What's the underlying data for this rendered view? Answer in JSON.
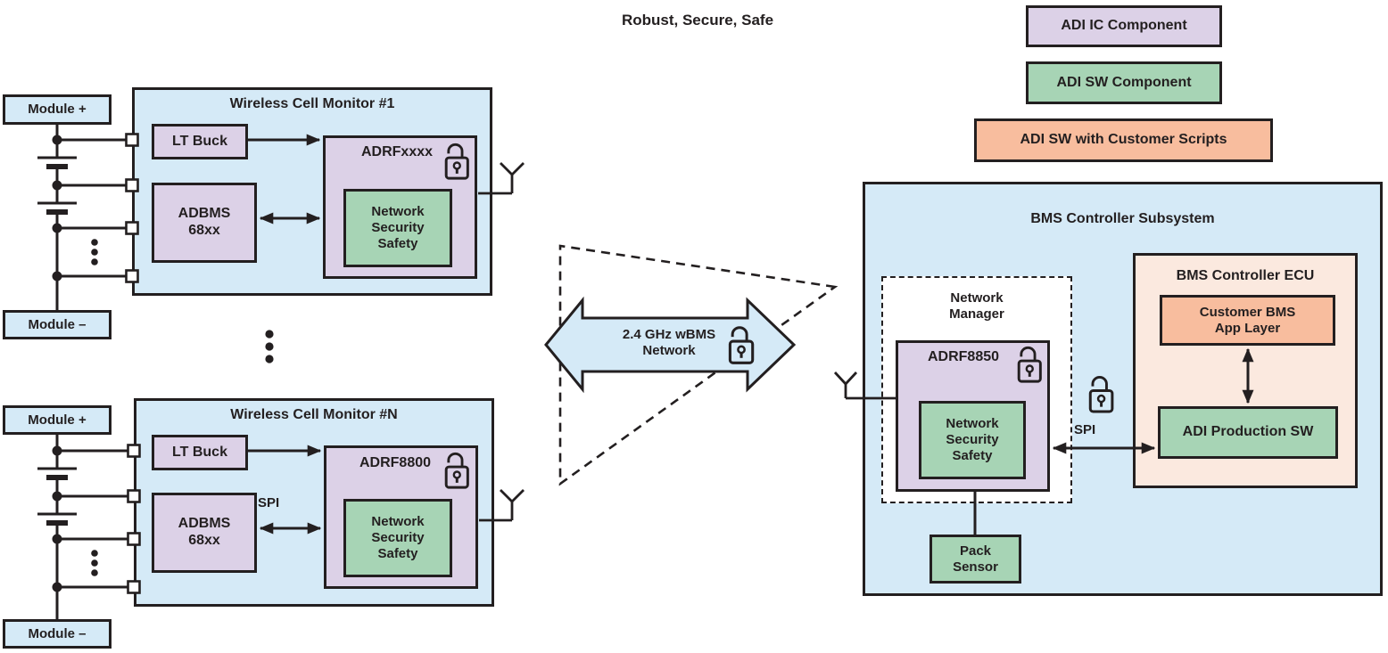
{
  "header": {
    "tagline": "Robust, Secure, Safe"
  },
  "legend": {
    "items": [
      {
        "label": "ADI IC Component"
      },
      {
        "label": "ADI SW Component"
      },
      {
        "label": "ADI SW with Customer Scripts"
      }
    ]
  },
  "colors": {
    "adi_ic_purple": "#dcd1e7",
    "adi_sw_green": "#a7d4b5",
    "adi_sw_custom_orange": "#f8bd9e",
    "system_blue": "#d5eaf7",
    "ecu_peach": "#fbe9df",
    "outline": "#231f20"
  },
  "modules": {
    "positive": "Module +",
    "negative": "Module –"
  },
  "monitors": [
    {
      "title": "Wireless Cell Monitor #1",
      "buck": "LT Buck",
      "bms_ic": "ADBMS\n68xx",
      "radio_ic": "ADRFxxxx",
      "radio_sw": "Network\nSecurity\nSafety",
      "bus_label": ""
    },
    {
      "title": "Wireless Cell Monitor #N",
      "buck": "LT Buck",
      "bms_ic": "ADBMS\n68xx",
      "radio_ic": "ADRF8800",
      "radio_sw": "Network\nSecurity\nSafety",
      "bus_label": "SPI"
    }
  ],
  "network": {
    "label": "2.4 GHz wBMS\nNetwork"
  },
  "controller": {
    "title": "BMS Controller Subsystem",
    "network_manager": {
      "title": "Network\nManager",
      "radio_ic": "ADRF8850",
      "radio_sw": "Network\nSecurity\nSafety"
    },
    "pack_sensor": "Pack\nSensor",
    "bus_label": "SPI",
    "ecu": {
      "title": "BMS Controller ECU",
      "app_layer": "Customer BMS\nApp Layer",
      "production_sw": "ADI Production SW"
    }
  }
}
